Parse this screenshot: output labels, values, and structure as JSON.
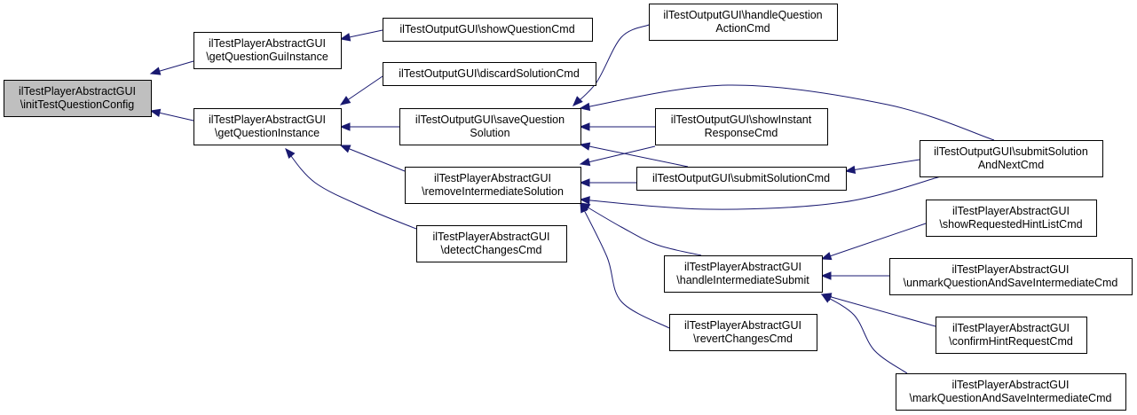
{
  "colors": {
    "edge": "#191970",
    "node_fill": "#ffffff",
    "highlight_fill": "#bfbfbf",
    "border": "#000000"
  },
  "nodes": [
    {
      "id": "n0",
      "lines": [
        "ilTestPlayerAbstractGUI",
        "\\initTestQuestionConfig"
      ],
      "highlight": true
    },
    {
      "id": "n1",
      "lines": [
        "ilTestPlayerAbstractGUI",
        "\\getQuestionGuiInstance"
      ]
    },
    {
      "id": "n2",
      "lines": [
        "ilTestPlayerAbstractGUI",
        "\\getQuestionInstance"
      ]
    },
    {
      "id": "n3",
      "lines": [
        "ilTestOutputGUI\\showQuestionCmd"
      ]
    },
    {
      "id": "n4",
      "lines": [
        "ilTestOutputGUI\\discardSolutionCmd"
      ]
    },
    {
      "id": "n5",
      "lines": [
        "ilTestOutputGUI\\saveQuestion",
        "Solution"
      ]
    },
    {
      "id": "n6",
      "lines": [
        "ilTestPlayerAbstractGUI",
        "\\removeIntermediateSolution"
      ]
    },
    {
      "id": "n7",
      "lines": [
        "ilTestPlayerAbstractGUI",
        "\\detectChangesCmd"
      ]
    },
    {
      "id": "n8",
      "lines": [
        "ilTestOutputGUI\\handleQuestion",
        "ActionCmd"
      ]
    },
    {
      "id": "n9",
      "lines": [
        "ilTestOutputGUI\\showInstant",
        "ResponseCmd"
      ]
    },
    {
      "id": "n10",
      "lines": [
        "ilTestOutputGUI\\submitSolutionCmd"
      ]
    },
    {
      "id": "n11",
      "lines": [
        "ilTestPlayerAbstractGUI",
        "\\handleIntermediateSubmit"
      ]
    },
    {
      "id": "n12",
      "lines": [
        "ilTestPlayerAbstractGUI",
        "\\revertChangesCmd"
      ]
    },
    {
      "id": "n13",
      "lines": [
        "ilTestOutputGUI\\submitSolution",
        "AndNextCmd"
      ]
    },
    {
      "id": "n14",
      "lines": [
        "ilTestPlayerAbstractGUI",
        "\\showRequestedHintListCmd"
      ]
    },
    {
      "id": "n15",
      "lines": [
        "ilTestPlayerAbstractGUI",
        "\\unmarkQuestionAndSaveIntermediateCmd"
      ]
    },
    {
      "id": "n16",
      "lines": [
        "ilTestPlayerAbstractGUI",
        "\\confirmHintRequestCmd"
      ]
    },
    {
      "id": "n17",
      "lines": [
        "ilTestPlayerAbstractGUI",
        "\\markQuestionAndSaveIntermediateCmd"
      ]
    }
  ],
  "edges": [
    {
      "from": "n1",
      "to": "n0"
    },
    {
      "from": "n2",
      "to": "n0"
    },
    {
      "from": "n3",
      "to": "n1"
    },
    {
      "from": "n4",
      "to": "n2"
    },
    {
      "from": "n5",
      "to": "n2"
    },
    {
      "from": "n6",
      "to": "n2"
    },
    {
      "from": "n7",
      "to": "n2"
    },
    {
      "from": "n8",
      "to": "n5"
    },
    {
      "from": "n9",
      "to": "n5"
    },
    {
      "from": "n10",
      "to": "n5"
    },
    {
      "from": "n13",
      "to": "n5"
    },
    {
      "from": "n9",
      "to": "n6"
    },
    {
      "from": "n10",
      "to": "n6"
    },
    {
      "from": "n13",
      "to": "n6"
    },
    {
      "from": "n11",
      "to": "n6"
    },
    {
      "from": "n12",
      "to": "n6"
    },
    {
      "from": "n13",
      "to": "n10"
    },
    {
      "from": "n14",
      "to": "n11"
    },
    {
      "from": "n15",
      "to": "n11"
    },
    {
      "from": "n16",
      "to": "n11"
    },
    {
      "from": "n17",
      "to": "n11"
    }
  ]
}
